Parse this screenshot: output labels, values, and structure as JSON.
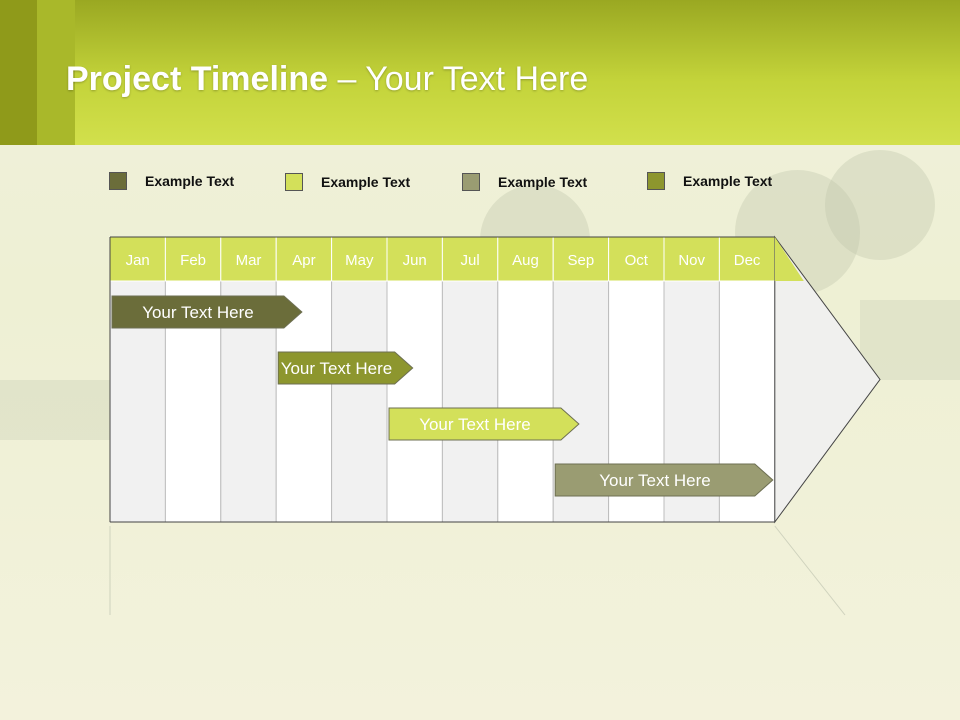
{
  "title": {
    "bold": "Project Timeline",
    "rest": " – Your Text Here"
  },
  "legend": [
    {
      "label": "Example Text",
      "color": "#6b6d3a"
    },
    {
      "label": "Example Text",
      "color": "#d3e05a"
    },
    {
      "label": "Example Text",
      "color": "#9a9c72"
    },
    {
      "label": "Example Text",
      "color": "#8d962e"
    }
  ],
  "months": [
    "Jan",
    "Feb",
    "Mar",
    "Apr",
    "May",
    "Jun",
    "Jul",
    "Aug",
    "Sep",
    "Oct",
    "Nov",
    "Dec"
  ],
  "tasks": [
    {
      "label": "Your  Text Here",
      "start": 0,
      "end": 3.5,
      "color": "#6b6d3a"
    },
    {
      "label": "Your  Text Here",
      "start": 3,
      "end": 5.5,
      "color": "#8d962e"
    },
    {
      "label": "Your  Text Here",
      "start": 5,
      "end": 8.5,
      "color": "#d3e05a"
    },
    {
      "label": "Your  Text Here",
      "start": 8,
      "end": 12,
      "color": "#9a9c72"
    }
  ],
  "colors": {
    "header": "#c3d33a",
    "month_band": "#d3e05a"
  }
}
